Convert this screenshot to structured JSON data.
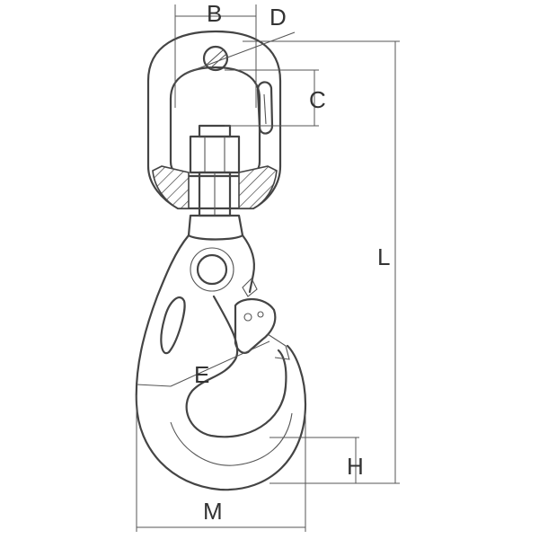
{
  "diagram": {
    "colors": {
      "line": "#444444",
      "dimension": "#555555",
      "text": "#333333",
      "background": "#ffffff"
    },
    "labels": {
      "B": "B",
      "C": "C",
      "D": "D",
      "E": "E",
      "H": "H",
      "L": "L",
      "M": "M"
    }
  }
}
